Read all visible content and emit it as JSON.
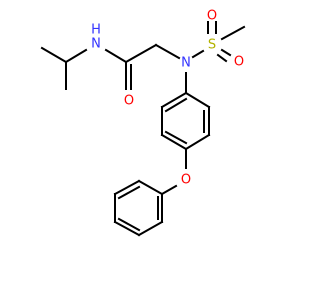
{
  "molecule": {
    "atoms": [
      {
        "id": "N1",
        "label": "N",
        "color": "#3333ff"
      },
      {
        "id": "H1",
        "label": "H",
        "color": "#3333ff"
      },
      {
        "id": "O1",
        "label": "O",
        "color": "#ff0000"
      },
      {
        "id": "N2",
        "label": "N",
        "color": "#3333ff"
      },
      {
        "id": "S1",
        "label": "S",
        "color": "#b2b200"
      },
      {
        "id": "O2",
        "label": "O",
        "color": "#ff0000"
      },
      {
        "id": "O3",
        "label": "O",
        "color": "#ff0000"
      },
      {
        "id": "O4",
        "label": "O",
        "color": "#ff0000"
      }
    ]
  }
}
